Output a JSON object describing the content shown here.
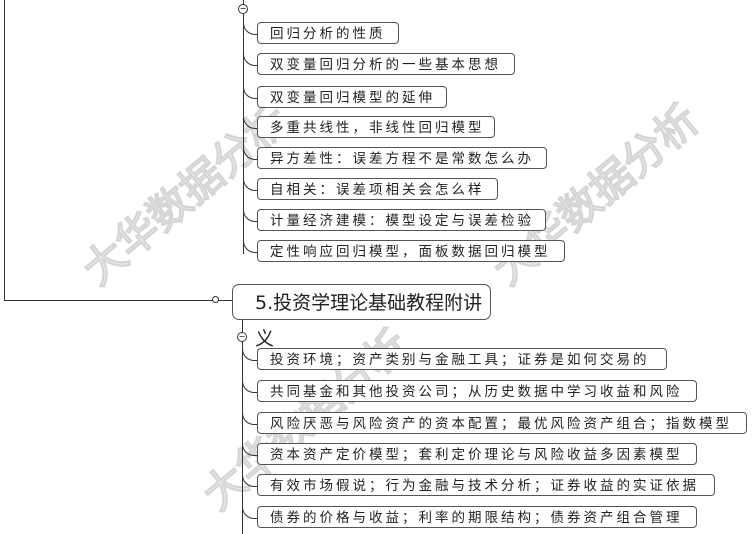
{
  "watermark": "大华数据分析",
  "branch_a": {
    "items": [
      "回归分析的性质",
      "双变量回归分析的一些基本思想",
      "双变量回归模型的延伸",
      "多重共线性，非线性回归模型",
      "异方差性：误差方程不是常数怎么办",
      "自相关：误差项相关会怎么样",
      "计量经济建模：模型设定与误差检验",
      "定性响应回归模型，面板数据回归模型"
    ]
  },
  "branch_b": {
    "title": "5.投资学理论基础教程附讲义",
    "items": [
      "投资环境；资产类别与金融工具；证券是如何交易的",
      "共同基金和其他投资公司；从历史数据中学习收益和风险",
      "风险厌恶与风险资产的资本配置；最优风险资产组合；指数模型",
      "资本资产定价模型；套利定价理论与风险收益多因素模型",
      "有效市场假说；行为金融与技术分析；证券收益的实证依据",
      "债券的价格与收益；利率的期限结构；债券资产组合管理"
    ]
  },
  "toggle_symbol": "−"
}
